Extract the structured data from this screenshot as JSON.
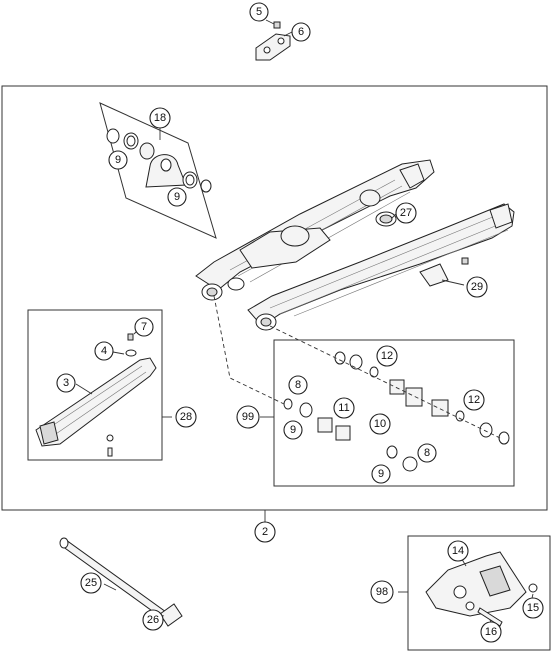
{
  "callouts": {
    "c2": "2",
    "c3": "3",
    "c4": "4",
    "c5": "5",
    "c6": "6",
    "c7": "7",
    "c8a": "8",
    "c8b": "8",
    "c9a": "9",
    "c9b": "9",
    "c9c": "9",
    "c9d": "9",
    "c10": "10",
    "c11": "11",
    "c12a": "12",
    "c12b": "12",
    "c14": "14",
    "c15": "15",
    "c16": "16",
    "c18": "18",
    "c25": "25",
    "c26": "26",
    "c27": "27",
    "c28": "28",
    "c29": "29",
    "c98": "98",
    "c99": "99"
  }
}
